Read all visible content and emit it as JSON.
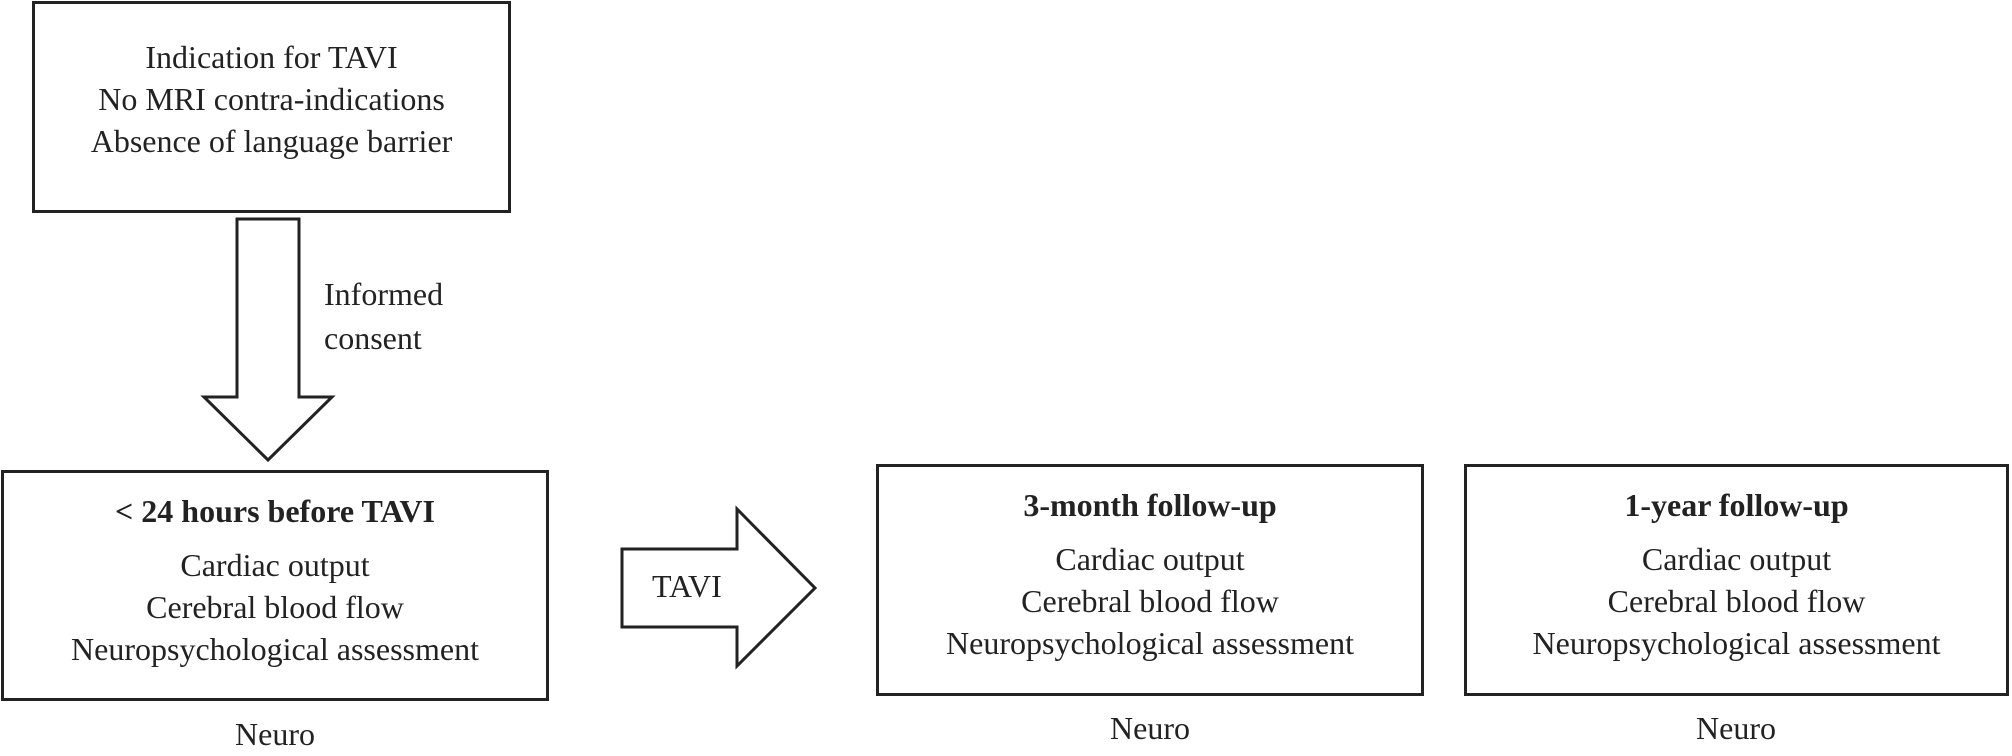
{
  "inclusion": {
    "lines": [
      "Indication for TAVI",
      "No MRI contra-indications",
      "Absence of language barrier"
    ]
  },
  "consent_label": [
    "Informed",
    "consent"
  ],
  "procedure_label": "TAVI",
  "stages": [
    {
      "title": "< 24 hours before TAVI",
      "items": [
        "Cardiac output",
        "Cerebral blood flow",
        "Neuropsychological assessment"
      ],
      "footer": "Neuro"
    },
    {
      "title": "3-month follow-up",
      "items": [
        "Cardiac output",
        "Cerebral blood flow",
        "Neuropsychological assessment"
      ],
      "footer": "Neuro"
    },
    {
      "title": "1-year follow-up",
      "items": [
        "Cardiac output",
        "Cerebral blood flow",
        "Neuropsychological assessment"
      ],
      "footer": "Neuro"
    }
  ],
  "colors": {
    "stroke": "#222222",
    "text": "#222222",
    "background": "#ffffff"
  }
}
